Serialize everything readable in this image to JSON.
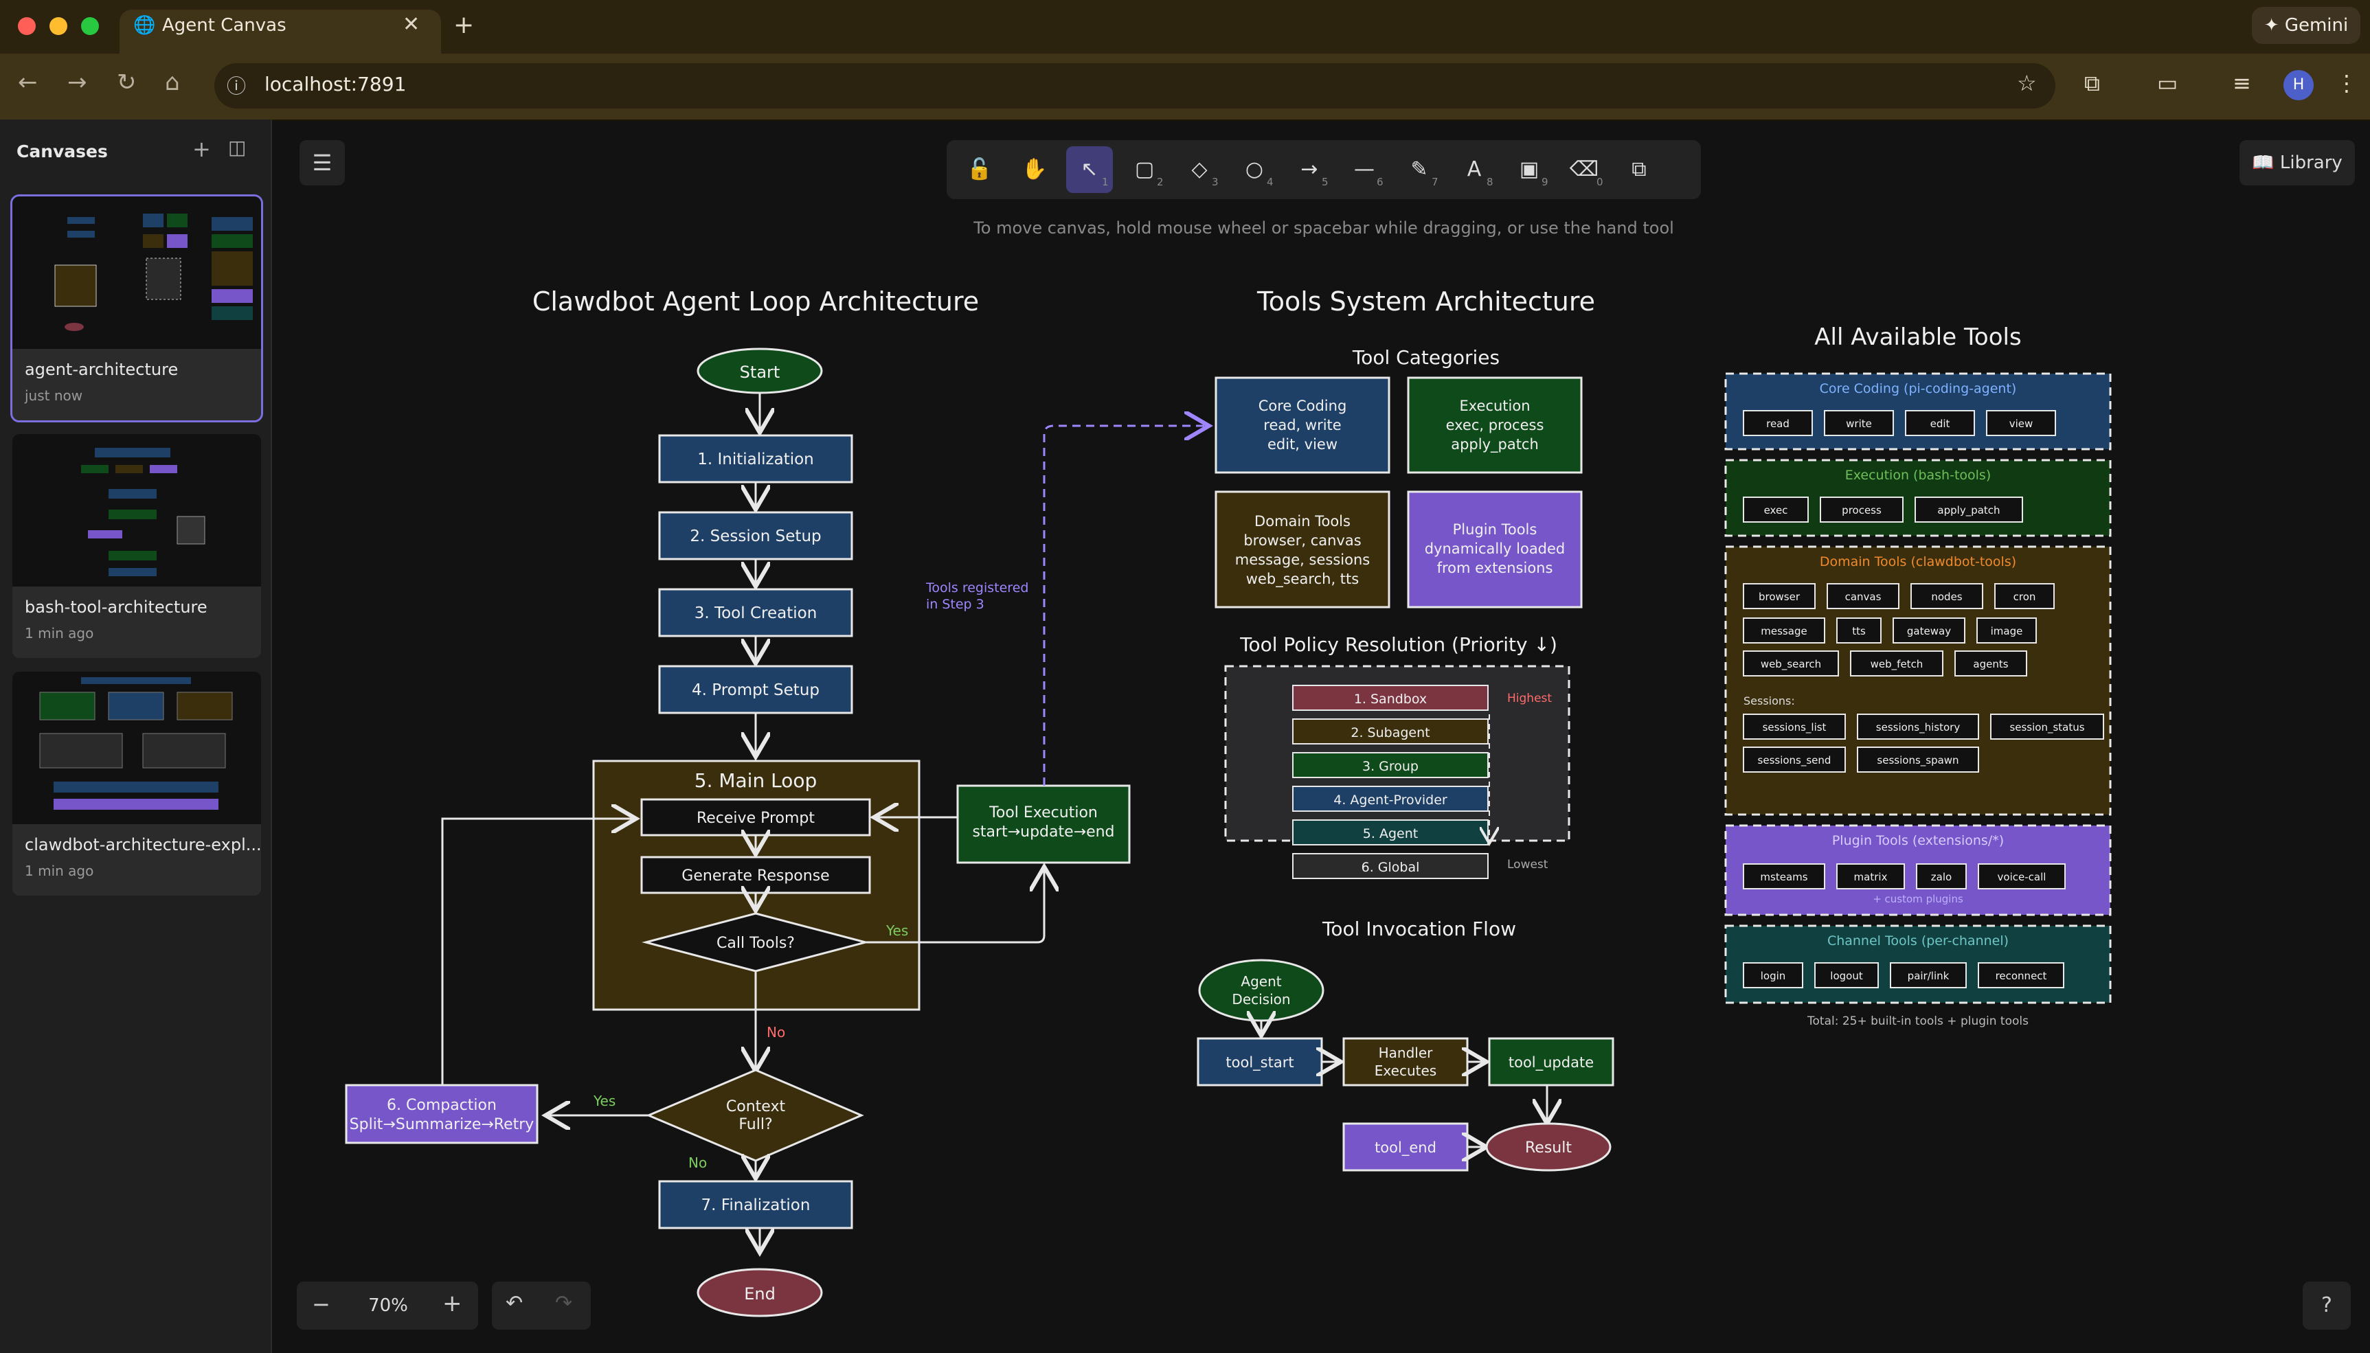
{
  "browser": {
    "tab_title": "Agent Canvas",
    "url": "localhost:7891",
    "gemini_label": "✦ Gemini",
    "avatar_letter": "H"
  },
  "sidebar": {
    "title": "Canvases",
    "canvases": [
      {
        "name": "agent-architecture",
        "time": "just now"
      },
      {
        "name": "bash-tool-architecture",
        "time": "1 min ago"
      },
      {
        "name": "clawdbot-architecture-expl...",
        "time": "1 min ago"
      }
    ]
  },
  "canvas": {
    "tools": [
      {
        "icon": "🔓",
        "key": ""
      },
      {
        "icon": "✋",
        "key": ""
      },
      {
        "icon": "↖",
        "key": "1"
      },
      {
        "icon": "▢",
        "key": "2"
      },
      {
        "icon": "◇",
        "key": "3"
      },
      {
        "icon": "○",
        "key": "4"
      },
      {
        "icon": "→",
        "key": "5"
      },
      {
        "icon": "—",
        "key": "6"
      },
      {
        "icon": "✎",
        "key": "7"
      },
      {
        "icon": "A",
        "key": "8"
      },
      {
        "icon": "▣",
        "key": "9"
      },
      {
        "icon": "⌫",
        "key": "0"
      },
      {
        "icon": "⧉",
        "key": ""
      }
    ],
    "hint": "To move canvas, hold mouse wheel or spacebar while dragging, or use the hand tool",
    "library_label": "Library",
    "zoom": "70%"
  },
  "diagram": {
    "loop": {
      "title": "Clawdbot Agent Loop Architecture",
      "start": "Start",
      "steps": [
        "1. Initialization",
        "2. Session Setup",
        "3. Tool Creation",
        "4. Prompt Setup"
      ],
      "main_loop": "5. Main Loop",
      "receive": "Receive Prompt",
      "generate": "Generate Response",
      "call_tools": "Call Tools?",
      "yes": "Yes",
      "no": "No",
      "context_full_1": "Context",
      "context_full_2": "Full?",
      "compaction_1": "6. Compaction",
      "compaction_2": "Split→Summarize→Retry",
      "finalization": "7. Finalization",
      "end": "End",
      "tool_exec_1": "Tool Execution",
      "tool_exec_2": "start→update→end",
      "registered_1": "Tools registered",
      "registered_2": "in Step 3"
    },
    "tools_system": {
      "title": "Tools System Architecture",
      "categories_title": "Tool Categories",
      "core": [
        "Core Coding",
        "read, write",
        "edit, view"
      ],
      "execution": [
        "Execution",
        "exec, process",
        "apply_patch"
      ],
      "domain": [
        "Domain Tools",
        "browser, canvas",
        "message, sessions",
        "web_search, tts"
      ],
      "plugin": [
        "Plugin Tools",
        "dynamically loaded",
        "from extensions"
      ],
      "policy_title": "Tool Policy Resolution (Priority ↓)",
      "policy": [
        "1. Sandbox",
        "2. Subagent",
        "3. Group",
        "4. Agent-Provider",
        "5. Agent",
        "6. Global"
      ],
      "highest": "Highest",
      "lowest": "Lowest",
      "flow_title": "Tool Invocation Flow",
      "agent_decision": [
        "Agent",
        "Decision"
      ],
      "tool_start": "tool_start",
      "handler": [
        "Handler",
        "Executes"
      ],
      "tool_update": "tool_update",
      "tool_end": "tool_end",
      "result": "Result"
    },
    "all_tools": {
      "title": "All Available Tools",
      "core_title": "Core Coding (pi-coding-agent)",
      "core_items": [
        "read",
        "write",
        "edit",
        "view"
      ],
      "exec_title": "Execution (bash-tools)",
      "exec_items": [
        "exec",
        "process",
        "apply_patch"
      ],
      "domain_title": "Domain Tools (clawdbot-tools)",
      "domain_row1": [
        "browser",
        "canvas",
        "nodes",
        "cron"
      ],
      "domain_row2": [
        "message",
        "tts",
        "gateway",
        "image"
      ],
      "domain_row3": [
        "web_search",
        "web_fetch",
        "agents"
      ],
      "sessions_label": "Sessions:",
      "sessions_row1": [
        "sessions_list",
        "sessions_history",
        "session_status"
      ],
      "sessions_row2": [
        "sessions_send",
        "sessions_spawn"
      ],
      "plugin_title": "Plugin Tools (extensions/*)",
      "plugin_items": [
        "msteams",
        "matrix",
        "zalo",
        "voice-call"
      ],
      "plugin_note": "+ custom plugins",
      "channel_title": "Channel Tools (per-channel)",
      "channel_items": [
        "login",
        "logout",
        "pair/link",
        "reconnect"
      ],
      "total": "Total: 25+ built-in tools + plugin tools"
    }
  },
  "colors": {
    "blue": "#1e3f66",
    "green": "#0f4a1a",
    "brown": "#3b2e0c",
    "purple": "#7656c9",
    "red": "#7a3540"
  }
}
